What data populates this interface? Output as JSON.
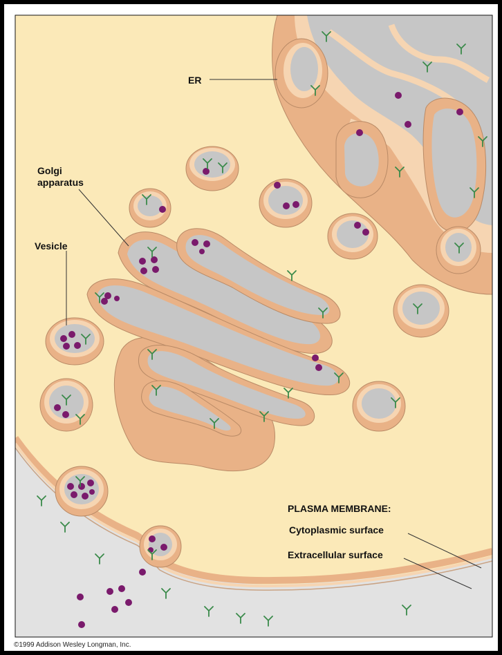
{
  "labels": {
    "er": "ER",
    "golgi_line1": "Golgi",
    "golgi_line2": "apparatus",
    "vesicle": "Vesicle",
    "plasma_membrane": "PLASMA MEMBRANE:",
    "cytoplasmic_surface": "Cytoplasmic surface",
    "extracellular_surface": "Extracellular surface"
  },
  "copyright": "©1999 Addison Wesley Longman, Inc.",
  "colors": {
    "cytoplasm": "#fbe9b8",
    "membrane": "#e9b287",
    "membrane_light": "#f6d5b2",
    "lumen": "#c6c6c6",
    "lumen_light": "#e4e4e4",
    "protein": "#7a1a6c",
    "glycoprotein": "#3a8a4a",
    "outside": "#e2e2e2"
  }
}
